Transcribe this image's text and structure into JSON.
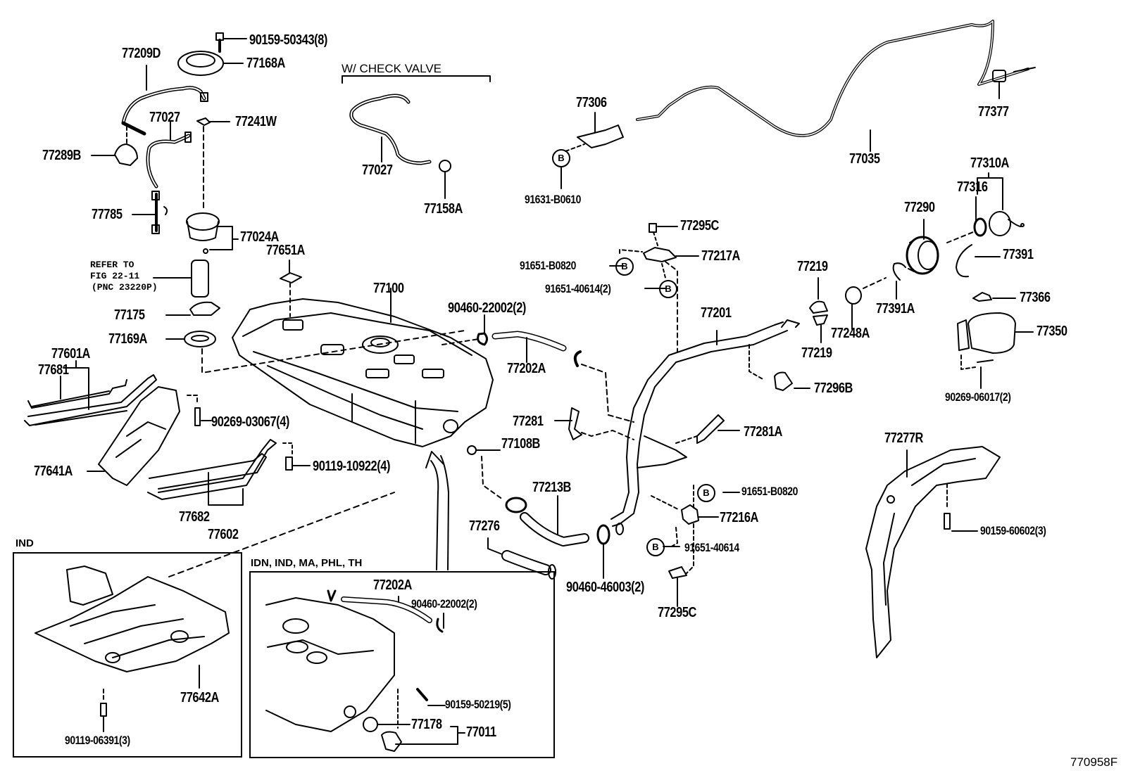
{
  "diagram": {
    "type": "exploded parts diagram",
    "subject": "Fuel tank, filler pipe and fuel lid components",
    "figure_code": "770958F",
    "insets": [
      {
        "id": "ind",
        "caption": "IND"
      },
      {
        "id": "idn-ind-ma-phl-th",
        "caption": "IDN, IND, MA, PHL, TH"
      }
    ],
    "group_caption": "W/ CHECK VALVE",
    "note": {
      "line1": "REFER TO",
      "line2": "FIG 22-11",
      "line3": "(PNC 23220P)"
    },
    "bolt_marker": "B",
    "labels": {
      "p90159_50343": "90159-50343(8)",
      "p77168A": "77168A",
      "p77209D": "77209D",
      "p77027_a": "77027",
      "p77241W": "77241W",
      "p77289B": "77289B",
      "p77785": "77785",
      "p77024A": "77024A",
      "p77651A": "77651A",
      "p77175": "77175",
      "p77169A": "77169A",
      "p77601A": "77601A",
      "p77681": "77681",
      "p90269_03067": "90269-03067(4)",
      "p77641A": "77641A",
      "p90119_10922": "90119-10922(4)",
      "p77682": "77682",
      "p77602": "77602",
      "p77027_b": "77027",
      "p77158A": "77158A",
      "p77100": "77100",
      "p90460_22002_a": "90460-22002(2)",
      "p77202A_a": "77202A",
      "p77108B": "77108B",
      "p77213B": "77213B",
      "p77276": "77276",
      "p90460_46003": "90460-46003(2)",
      "p77306": "77306",
      "p91631_B0610": "91631-B0610",
      "p77035": "77035",
      "p77377": "77377",
      "p77295C_a": "77295C",
      "p91651_B0820_a": "91651-B0820",
      "p77217A": "77217A",
      "p91651_40614_2": "91651-40614(2)",
      "p77201": "77201",
      "p77281": "77281",
      "p77281A": "77281A",
      "p91651_B0820_b": "91651-B0820",
      "p77216A": "77216A",
      "p91651_40614": "91651-40614",
      "p77295C_b": "77295C",
      "p77219_a": "77219",
      "p77219_b": "77219",
      "p77248A": "77248A",
      "p77296B": "77296B",
      "p77290": "77290",
      "p77391A": "77391A",
      "p77310A": "77310A",
      "p77316": "77316",
      "p77391": "77391",
      "p77366": "77366",
      "p77350": "77350",
      "p90269_06017": "90269-06017(2)",
      "p77277R": "77277R",
      "p90159_60602": "90159-60602(3)",
      "p77642A": "77642A",
      "p90119_06391": "90119-06391(3)",
      "p77202A_b": "77202A",
      "p90460_22002_b": "90460-22002(2)",
      "p90159_50219": "90159-50219(5)",
      "p77178": "77178",
      "p77011": "77011"
    }
  }
}
